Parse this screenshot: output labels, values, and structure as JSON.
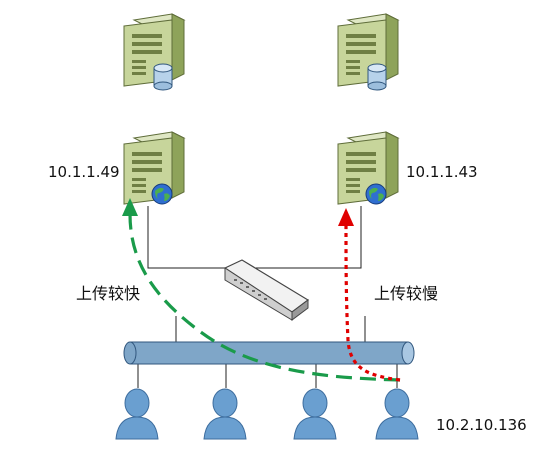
{
  "labels": {
    "server_left_ip": "10.1.1.49",
    "server_right_ip": "10.1.1.43",
    "client_ip": "10.2.10.136",
    "upload_fast": "上传较快",
    "upload_slow": "上传较慢"
  },
  "icons": {
    "db_server": "database-server-icon",
    "web_server": "web-server-icon",
    "switch": "network-switch-icon",
    "backbone": "network-backbone-pipe",
    "user": "user-icon"
  },
  "colors": {
    "fast_path": "#1a9b4a",
    "slow_path": "#e00000",
    "server_body": "#b9c98a",
    "server_face": "#8ea35a",
    "pipe": "#7fa6c8",
    "user": "#6a9fd0",
    "line": "#222222"
  }
}
